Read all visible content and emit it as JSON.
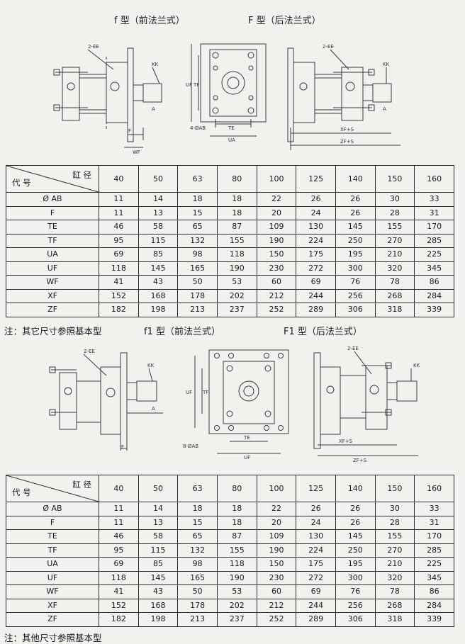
{
  "section1": {
    "title_left": "f 型（前法兰式）",
    "title_right": "F 型（后法兰式）",
    "note": "注：其它尺寸参照基本型"
  },
  "section2": {
    "title_left": "f1 型（前法兰式）",
    "title_right": "F1 型（后法兰式）",
    "note": "注：其他尺寸参照基本型"
  },
  "drawing_labels": {
    "ee": "2-EE",
    "kk": "KK",
    "a": "A",
    "wf": "WF",
    "f": "F",
    "uf": "UF",
    "tf": "TF",
    "te": "TE",
    "ua": "UA",
    "ab4": "4-ØAB",
    "ab8": "8-ØAB",
    "xfs": "XF+S",
    "zfs": "ZF+S"
  },
  "table_header": {
    "bore": "缸  径",
    "code": "代  号"
  },
  "table1": {
    "bores": [
      "40",
      "50",
      "63",
      "80",
      "100",
      "125",
      "140",
      "150",
      "160"
    ],
    "rows": [
      {
        "label": "Ø AB",
        "values": [
          "11",
          "14",
          "18",
          "18",
          "22",
          "26",
          "26",
          "30",
          "33"
        ]
      },
      {
        "label": "F",
        "values": [
          "11",
          "13",
          "15",
          "18",
          "20",
          "24",
          "26",
          "28",
          "31"
        ]
      },
      {
        "label": "TE",
        "values": [
          "46",
          "58",
          "65",
          "87",
          "109",
          "130",
          "145",
          "155",
          "170"
        ]
      },
      {
        "label": "TF",
        "values": [
          "95",
          "115",
          "132",
          "155",
          "190",
          "224",
          "250",
          "270",
          "285"
        ]
      },
      {
        "label": "UA",
        "values": [
          "69",
          "85",
          "98",
          "118",
          "150",
          "175",
          "195",
          "210",
          "225"
        ]
      },
      {
        "label": "UF",
        "values": [
          "118",
          "145",
          "165",
          "190",
          "230",
          "272",
          "300",
          "320",
          "345"
        ]
      },
      {
        "label": "WF",
        "values": [
          "41",
          "43",
          "50",
          "53",
          "60",
          "69",
          "76",
          "78",
          "86"
        ]
      },
      {
        "label": "XF",
        "values": [
          "152",
          "168",
          "178",
          "202",
          "212",
          "244",
          "256",
          "268",
          "284"
        ]
      },
      {
        "label": "ZF",
        "values": [
          "182",
          "198",
          "213",
          "237",
          "252",
          "289",
          "306",
          "318",
          "339"
        ]
      }
    ]
  },
  "table2": {
    "bores": [
      "40",
      "50",
      "63",
      "80",
      "100",
      "125",
      "140",
      "150",
      "160"
    ],
    "rows": [
      {
        "label": "Ø AB",
        "values": [
          "11",
          "14",
          "18",
          "18",
          "22",
          "26",
          "26",
          "30",
          "33"
        ]
      },
      {
        "label": "F",
        "values": [
          "11",
          "13",
          "15",
          "18",
          "20",
          "24",
          "26",
          "28",
          "31"
        ]
      },
      {
        "label": "TE",
        "values": [
          "46",
          "58",
          "65",
          "87",
          "109",
          "130",
          "145",
          "155",
          "170"
        ]
      },
      {
        "label": "TF",
        "values": [
          "95",
          "115",
          "132",
          "155",
          "190",
          "224",
          "250",
          "270",
          "285"
        ]
      },
      {
        "label": "UA",
        "values": [
          "69",
          "85",
          "98",
          "118",
          "150",
          "175",
          "195",
          "210",
          "225"
        ]
      },
      {
        "label": "UF",
        "values": [
          "118",
          "145",
          "165",
          "190",
          "230",
          "272",
          "300",
          "320",
          "345"
        ]
      },
      {
        "label": "WF",
        "values": [
          "41",
          "43",
          "50",
          "53",
          "60",
          "69",
          "76",
          "78",
          "86"
        ]
      },
      {
        "label": "XF",
        "values": [
          "152",
          "168",
          "178",
          "202",
          "212",
          "244",
          "256",
          "268",
          "284"
        ]
      },
      {
        "label": "ZF",
        "values": [
          "182",
          "198",
          "213",
          "237",
          "252",
          "289",
          "306",
          "318",
          "339"
        ]
      }
    ]
  }
}
